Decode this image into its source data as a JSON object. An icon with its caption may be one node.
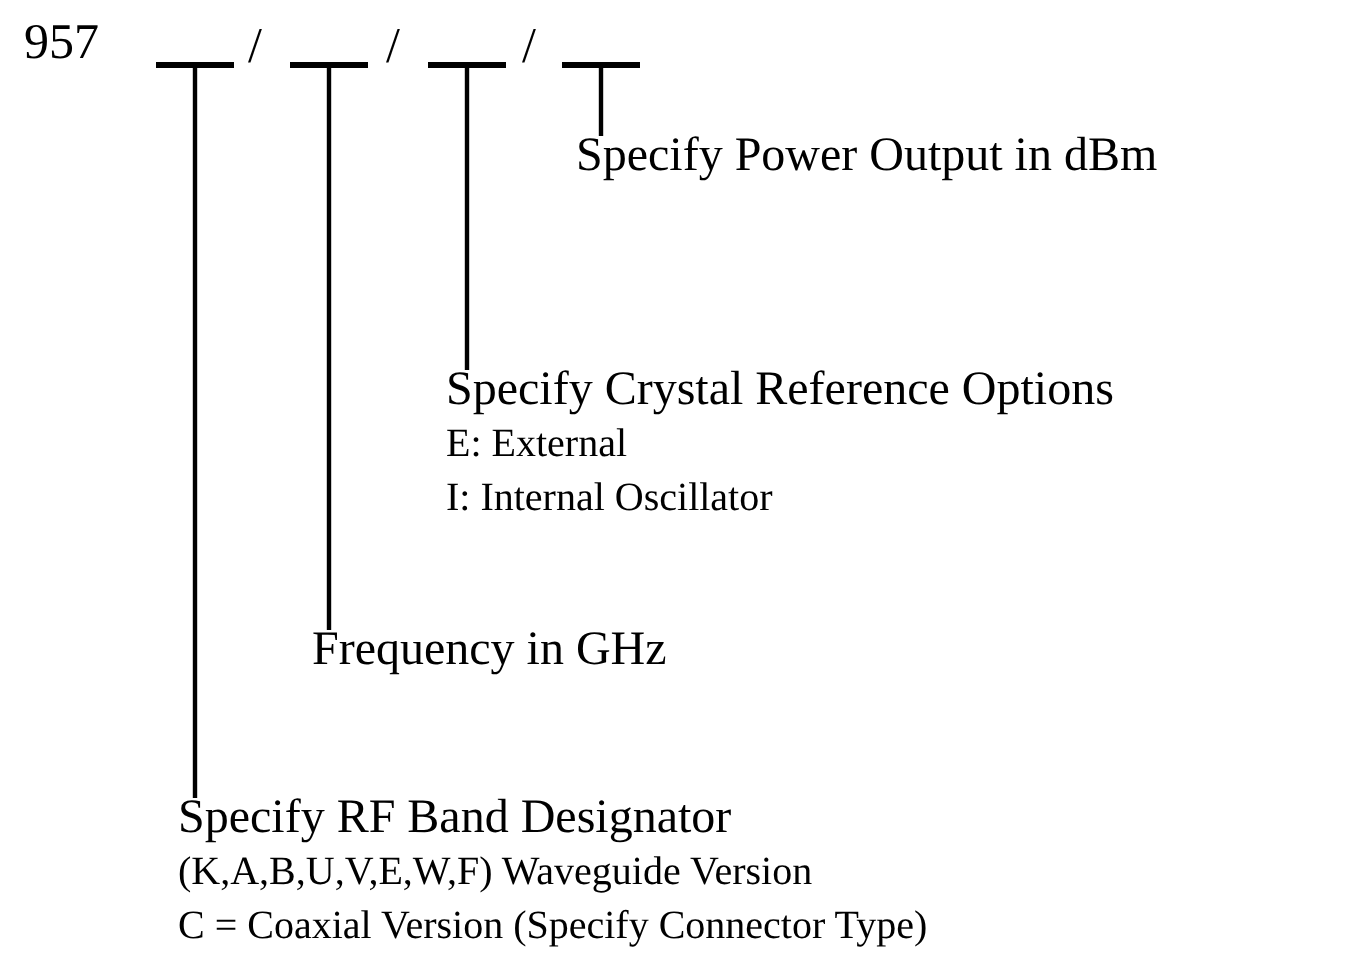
{
  "diagram": {
    "nodes": [
      {
        "text": [],
        "shape": "bar"
      },
      {
        "text": [],
        "shape": "bar"
      },
      {
        "text": [],
        "shape": "bar"
      },
      {
        "text": [],
        "shape": "bar"
      },
      {
        "text": [
          "Specify Power Output in dBm"
        ]
      },
      {
        "text": [
          "Specify Crystal Reference Options",
          "E: External",
          "I: Internal Oscillator"
        ]
      },
      {
        "text": [
          "Frequency in GHz"
        ]
      },
      {
        "text": [
          "Specify RF Band Designator",
          "(K,A,B,U,V,E,W,F) Waveguide Version",
          "C = Coaxial Version (Specify Connector Type)"
        ]
      }
    ],
    "edges": [
      {
        "from": 0,
        "to": 7,
        "arrow": "none"
      },
      {
        "from": 1,
        "to": 6,
        "arrow": "none"
      },
      {
        "from": 2,
        "to": 5,
        "arrow": "none"
      },
      {
        "from": 3,
        "to": 4,
        "arrow": "none"
      }
    ],
    "labels": [
      "957",
      "/",
      "/",
      "/"
    ]
  }
}
